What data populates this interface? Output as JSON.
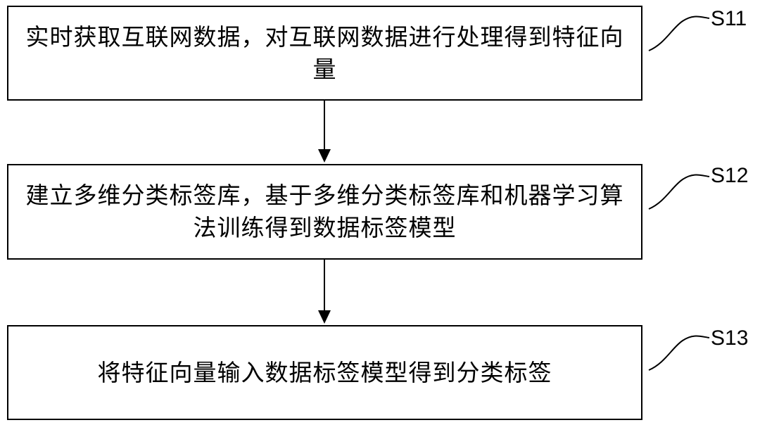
{
  "steps": [
    {
      "id": "S11",
      "text": "实时获取互联网数据，对互联网数据进行处理得到特征向量"
    },
    {
      "id": "S12",
      "text": "建立多维分类标签库，基于多维分类标签库和机器学习算法训练得到数据标签模型"
    },
    {
      "id": "S13",
      "text": "将特征向量输入数据标签模型得到分类标签"
    }
  ],
  "colors": {
    "stroke": "#000000",
    "background": "#ffffff"
  }
}
